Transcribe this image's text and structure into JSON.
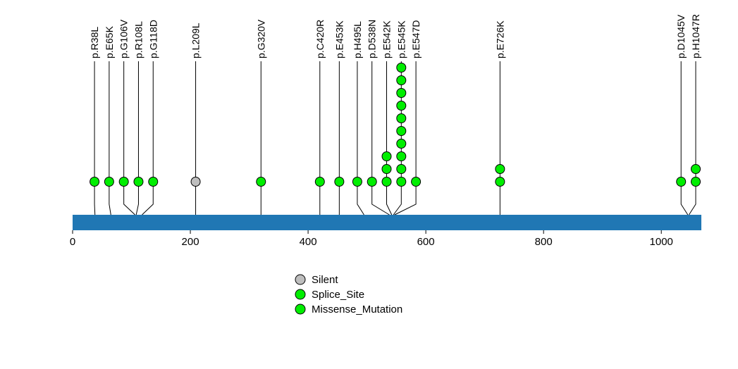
{
  "chart_data": {
    "type": "lollipop",
    "title": "",
    "xlabel": "",
    "ylabel": "",
    "xlim": [
      0,
      1068
    ],
    "x_ticks": [
      0,
      200,
      400,
      600,
      800,
      1000
    ],
    "grid": false,
    "legend_position": "bottom-center",
    "backbone": {
      "start": 0,
      "end": 1068,
      "color": "#2077B4"
    },
    "marker_outline": "#000000",
    "mutation_types": {
      "Silent": "#BEBEBE",
      "Splice_Site": "#00EE00",
      "Missense_Mutation": "#00EE00"
    },
    "mutations": [
      {
        "label": "p.R38L",
        "position": 38,
        "count": 1,
        "type": "Missense_Mutation"
      },
      {
        "label": "p.E65K",
        "position": 65,
        "count": 1,
        "type": "Missense_Mutation"
      },
      {
        "label": "p.G106V",
        "position": 106,
        "count": 1,
        "type": "Missense_Mutation"
      },
      {
        "label": "p.R108L",
        "position": 108,
        "count": 1,
        "type": "Missense_Mutation"
      },
      {
        "label": "p.G118D",
        "position": 118,
        "count": 1,
        "type": "Missense_Mutation"
      },
      {
        "label": "p.L209L",
        "position": 209,
        "count": 1,
        "type": "Silent"
      },
      {
        "label": "p.G320V",
        "position": 320,
        "count": 1,
        "type": "Missense_Mutation"
      },
      {
        "label": "p.C420R",
        "position": 420,
        "count": 1,
        "type": "Missense_Mutation"
      },
      {
        "label": "p.E453K",
        "position": 453,
        "count": 1,
        "type": "Missense_Mutation"
      },
      {
        "label": "p.H495L",
        "position": 495,
        "count": 1,
        "type": "Missense_Mutation"
      },
      {
        "label": "p.D538N",
        "position": 538,
        "count": 1,
        "type": "Missense_Mutation"
      },
      {
        "label": "p.E542K",
        "position": 542,
        "count": 3,
        "type": "Missense_Mutation"
      },
      {
        "label": "p.E545K",
        "position": 545,
        "count": 10,
        "type": "Missense_Mutation"
      },
      {
        "label": "p.E547D",
        "position": 547,
        "count": 1,
        "type": "Missense_Mutation"
      },
      {
        "label": "p.E726K",
        "position": 726,
        "count": 2,
        "type": "Missense_Mutation"
      },
      {
        "label": "p.D1045V",
        "position": 1045,
        "count": 1,
        "type": "Missense_Mutation"
      },
      {
        "label": "p.H1047R",
        "position": 1047,
        "count": 2,
        "type": "Missense_Mutation"
      }
    ],
    "legend": [
      {
        "label": "Silent",
        "color": "#BEBEBE"
      },
      {
        "label": "Splice_Site",
        "color": "#00EE00"
      },
      {
        "label": "Missense_Mutation",
        "color": "#00EE00"
      }
    ]
  }
}
